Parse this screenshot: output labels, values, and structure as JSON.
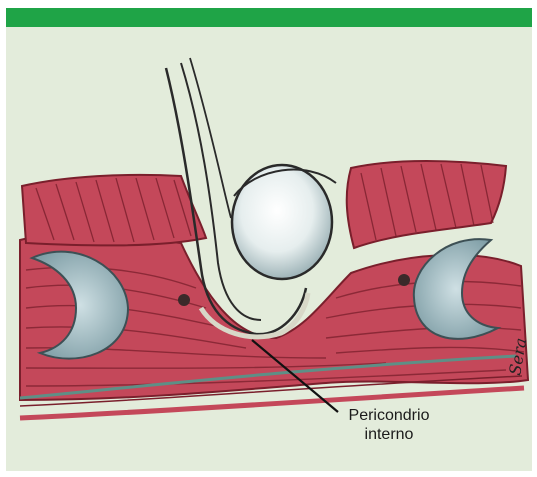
{
  "header": {
    "bar_color": "#1fa447"
  },
  "background_color": "#e3ecdb",
  "annotation": {
    "line1": "Pericondrio",
    "line2": "interno"
  },
  "signature": {
    "text": "Sera"
  },
  "colors": {
    "muscle": "#c4485a",
    "muscle_dark": "#7a1f2c",
    "cartilage": "#b9cfd6",
    "sphere": "#eef3f3"
  }
}
